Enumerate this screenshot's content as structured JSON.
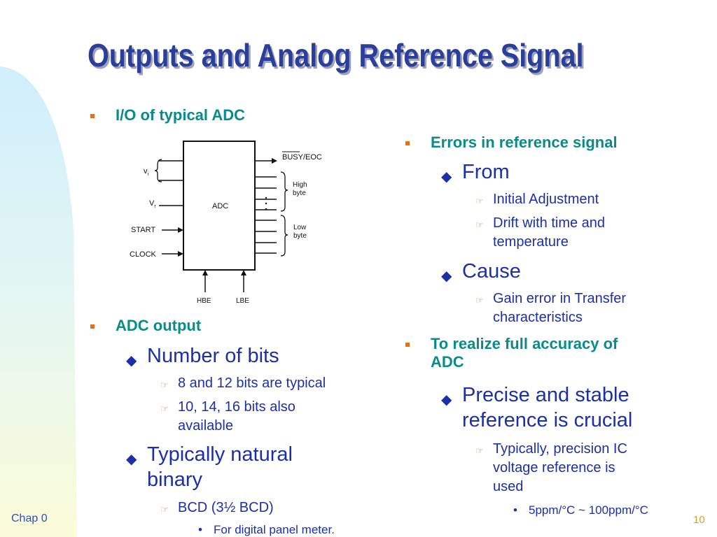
{
  "slide": {
    "title": "Outputs and Analog Reference Signal",
    "footer_left": "Chap 0",
    "page_number": "10",
    "colors": {
      "title": "#2b3f9a",
      "level1": "#0a8a8a",
      "bullet_square": "#f06a10",
      "body": "#1b2fa8",
      "footer": "#2b4fc8",
      "page_number": "#d8a020"
    }
  },
  "left": {
    "io_heading": "I/O of typical ADC",
    "adc_output": {
      "heading": "ADC output",
      "number_of_bits": "Number of bits",
      "bits_typical": "8 and 12 bits are typical",
      "bits_available_line1": "10, 14, 16 bits also",
      "bits_available_line2": "available",
      "binary_line1": "Typically natural",
      "binary_line2": "binary",
      "bcd": "BCD (3½ BCD)",
      "panel_meter": "For digital panel meter."
    }
  },
  "diagram": {
    "block": "ADC",
    "inputs": [
      "v",
      "V",
      "START",
      "CLOCK"
    ],
    "input_subscripts": [
      "i",
      "r"
    ],
    "outputs": {
      "busy": "BUSY/EOC",
      "high_line1": "High",
      "high_line2": "byte",
      "low_line1": "Low",
      "low_line2": "byte"
    },
    "enables": [
      "HBE",
      "LBE"
    ]
  },
  "right": {
    "errors": {
      "heading": "Errors in reference signal",
      "from": "From",
      "initial": "Initial Adjustment",
      "drift_line1": "Drift with time and",
      "drift_line2": "temperature",
      "cause": "Cause",
      "gain_line1": "Gain error in Transfer",
      "gain_line2": "characteristics"
    },
    "accuracy": {
      "heading_line1": "To realize full accuracy of",
      "heading_line2": "ADC",
      "precise_line1": "Precise and stable",
      "precise_line2": "reference is crucial",
      "ic_line1": "Typically, precision IC",
      "ic_line2": "voltage reference is",
      "ic_line3": "used",
      "ppm": "5ppm/°C ~ 100ppm/°C"
    }
  }
}
